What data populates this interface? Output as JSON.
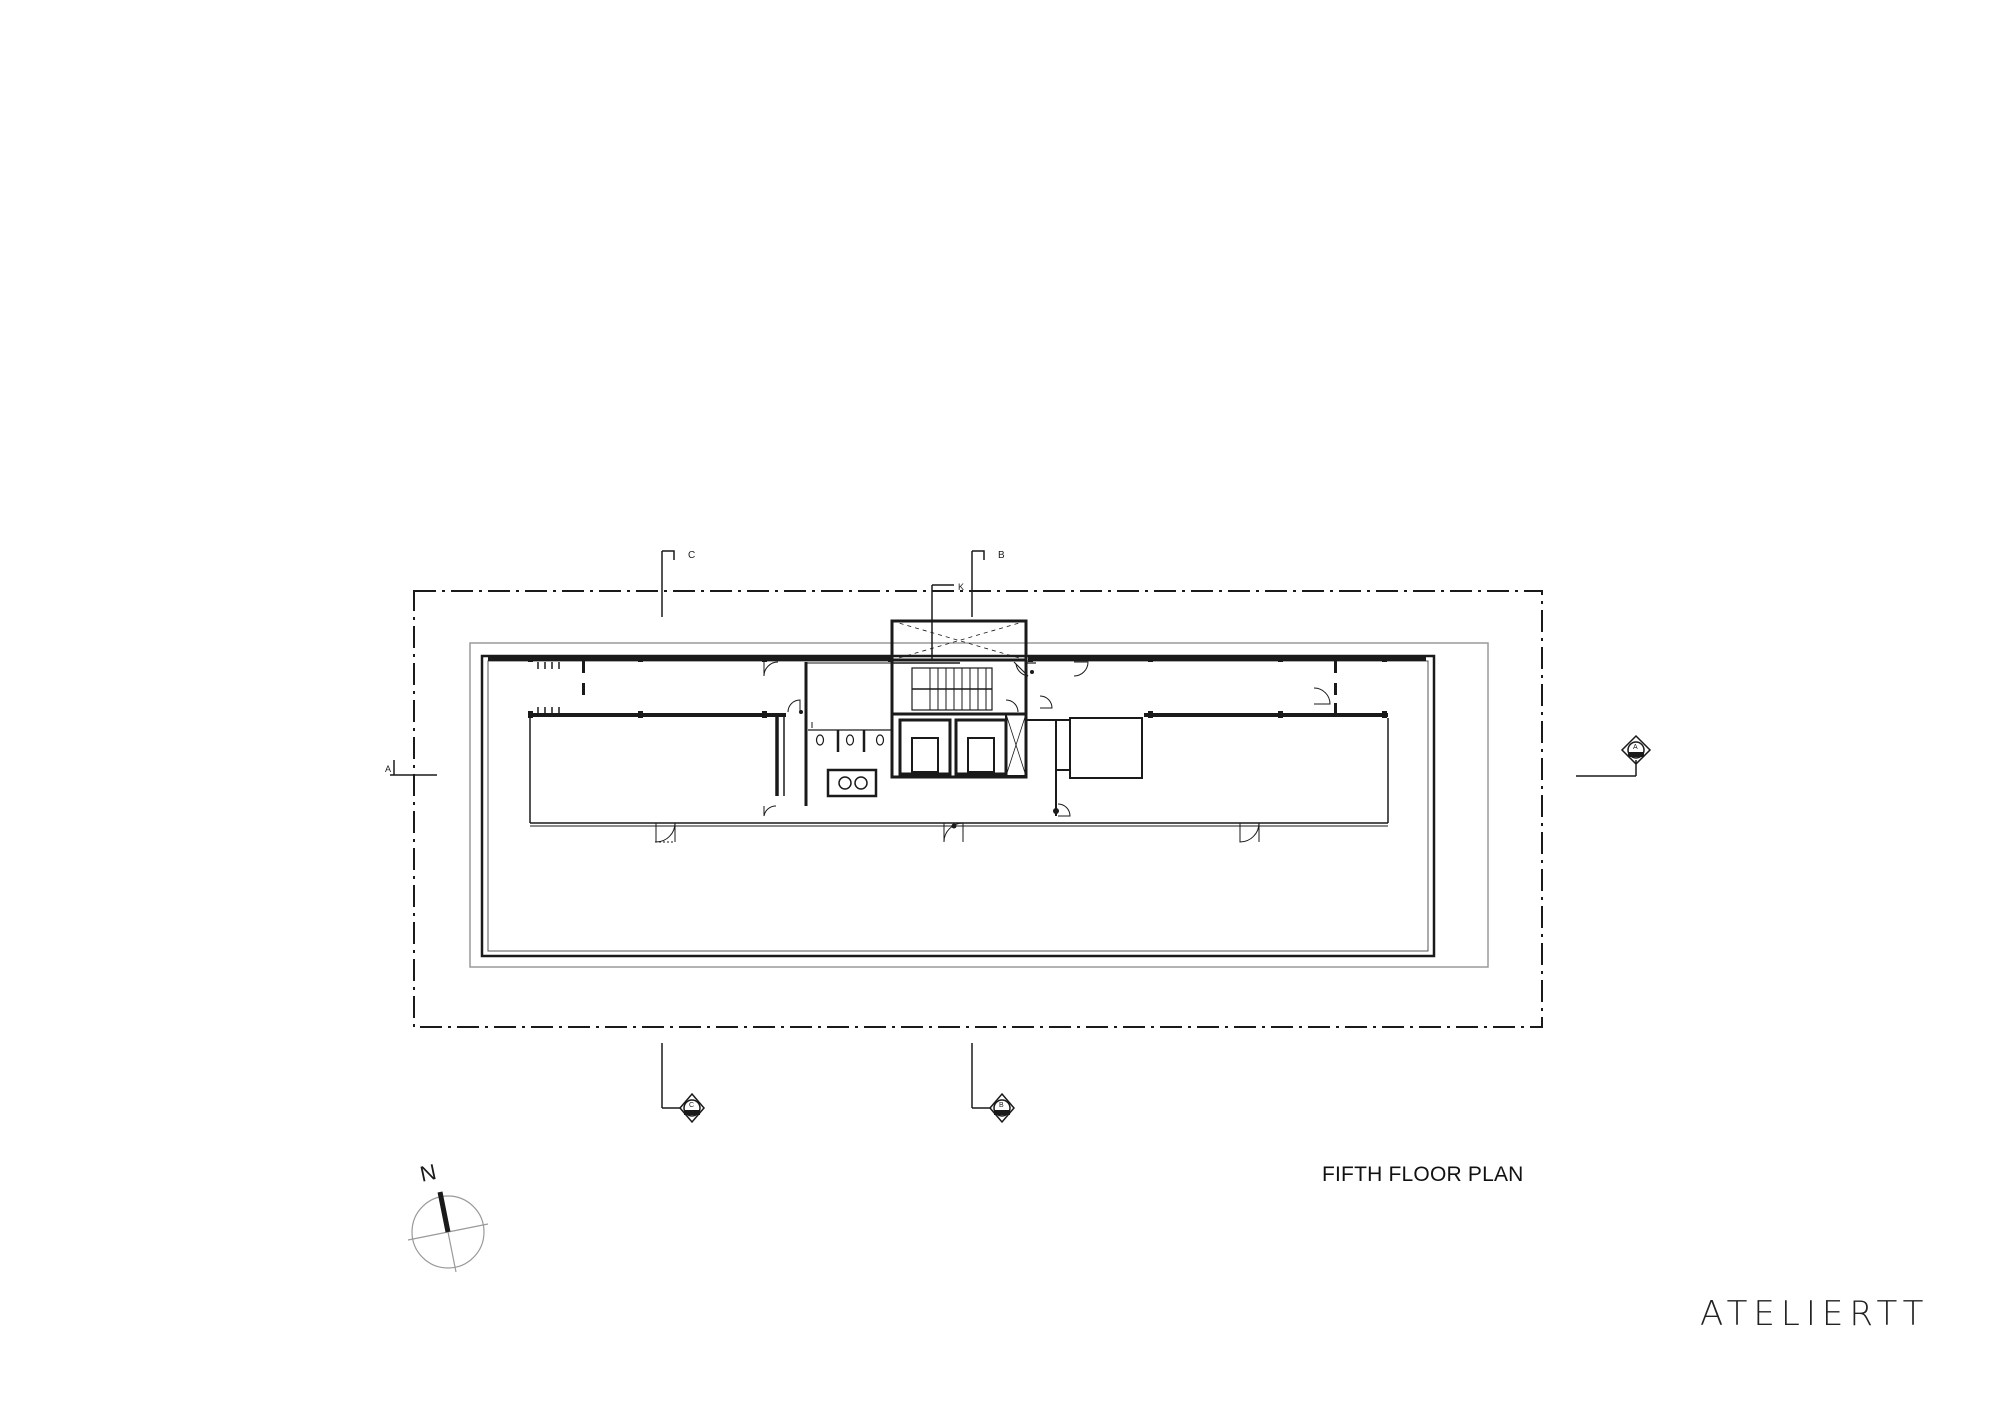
{
  "drawing": {
    "title": "FIFTH FLOOR PLAN",
    "logo_text": "ATELIERTT",
    "north_label": "N"
  },
  "section_marks": {
    "top_left": "C",
    "top_center": "B",
    "top_small": "K",
    "bottom_left": "C",
    "bottom_center": "B",
    "right": "A",
    "left": "A"
  },
  "colors": {
    "line": "#1a1a1a",
    "light_line": "#9a9a9a",
    "background": "#ffffff"
  }
}
